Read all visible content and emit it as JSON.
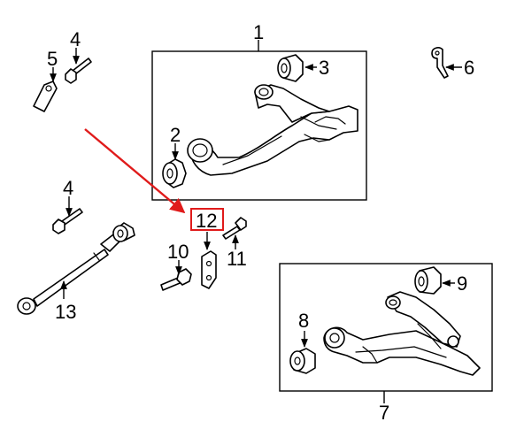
{
  "diagram": {
    "callouts": {
      "c1": "1",
      "c2": "2",
      "c3": "3",
      "c4a": "4",
      "c4b": "4",
      "c5": "5",
      "c6": "6",
      "c7": "7",
      "c8": "8",
      "c9": "9",
      "c10": "10",
      "c11": "11",
      "c12": "12",
      "c13": "13"
    },
    "highlighted_callout": "12",
    "colors": {
      "highlight": "#e01b1b",
      "ink": "#000000",
      "background": "#ffffff"
    }
  }
}
